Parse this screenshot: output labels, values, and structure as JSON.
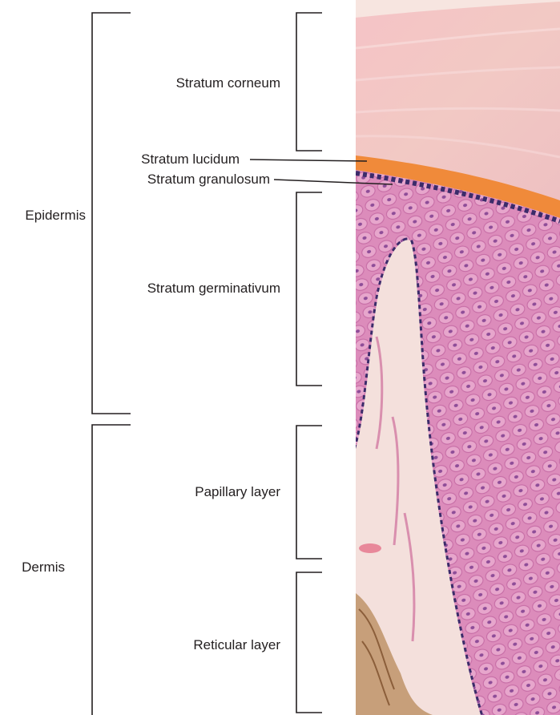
{
  "groups": {
    "epidermis": "Epidermis",
    "dermis": "Dermis"
  },
  "layers": {
    "corneum": "Stratum corneum",
    "lucidum": "Stratum lucidum",
    "granulosum": "Stratum granulosum",
    "germinativum": "Stratum germinativum",
    "papillary": "Papillary layer",
    "reticular": "Reticular layer"
  },
  "colors": {
    "line": "#231f20",
    "cornified": "#f3c6c6",
    "lucidum_band": "#f08a3a",
    "epithelium": "#dc88b6",
    "nuclei": "#3b2b6a",
    "dermis": "#f6e6e3",
    "reticular_fibers": "#b88a5a"
  },
  "icons": [
    "histology-micrograph"
  ]
}
